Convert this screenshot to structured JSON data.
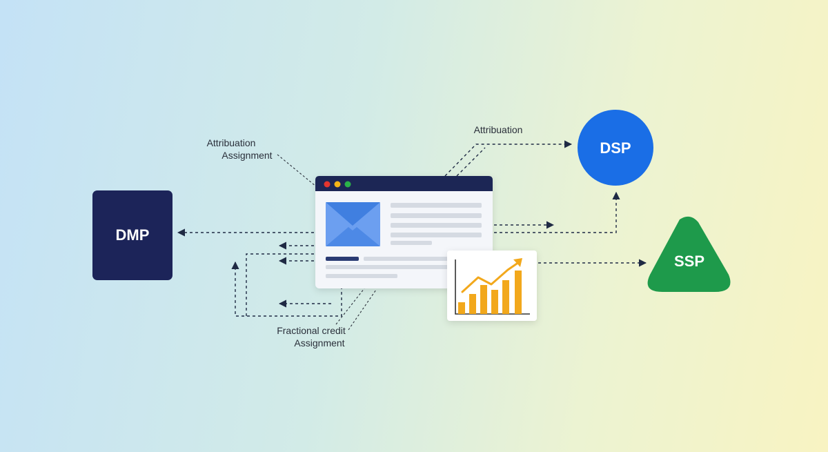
{
  "labels": {
    "attribution_assignment": [
      "Attribuation",
      "Assignment"
    ],
    "attribution_top": "Attribuation",
    "fractional_credit": [
      "Fractional credit",
      "Assignment"
    ]
  },
  "nodes": {
    "dmp": "DMP",
    "dsp": "DSP",
    "ssp": "SSP"
  },
  "colors": {
    "dmp": "#1c2459",
    "dsp": "#1a6ee6",
    "ssp": "#1e9a4b",
    "browser_bar": "#1f2554",
    "envelope": "#3f7fe0",
    "chart_bars": "#f2a81d",
    "arrow": "#1f2a44"
  },
  "icons": {
    "browser": "browser-window-icon",
    "mail": "envelope-icon",
    "chart": "bar-chart-trend-icon"
  }
}
